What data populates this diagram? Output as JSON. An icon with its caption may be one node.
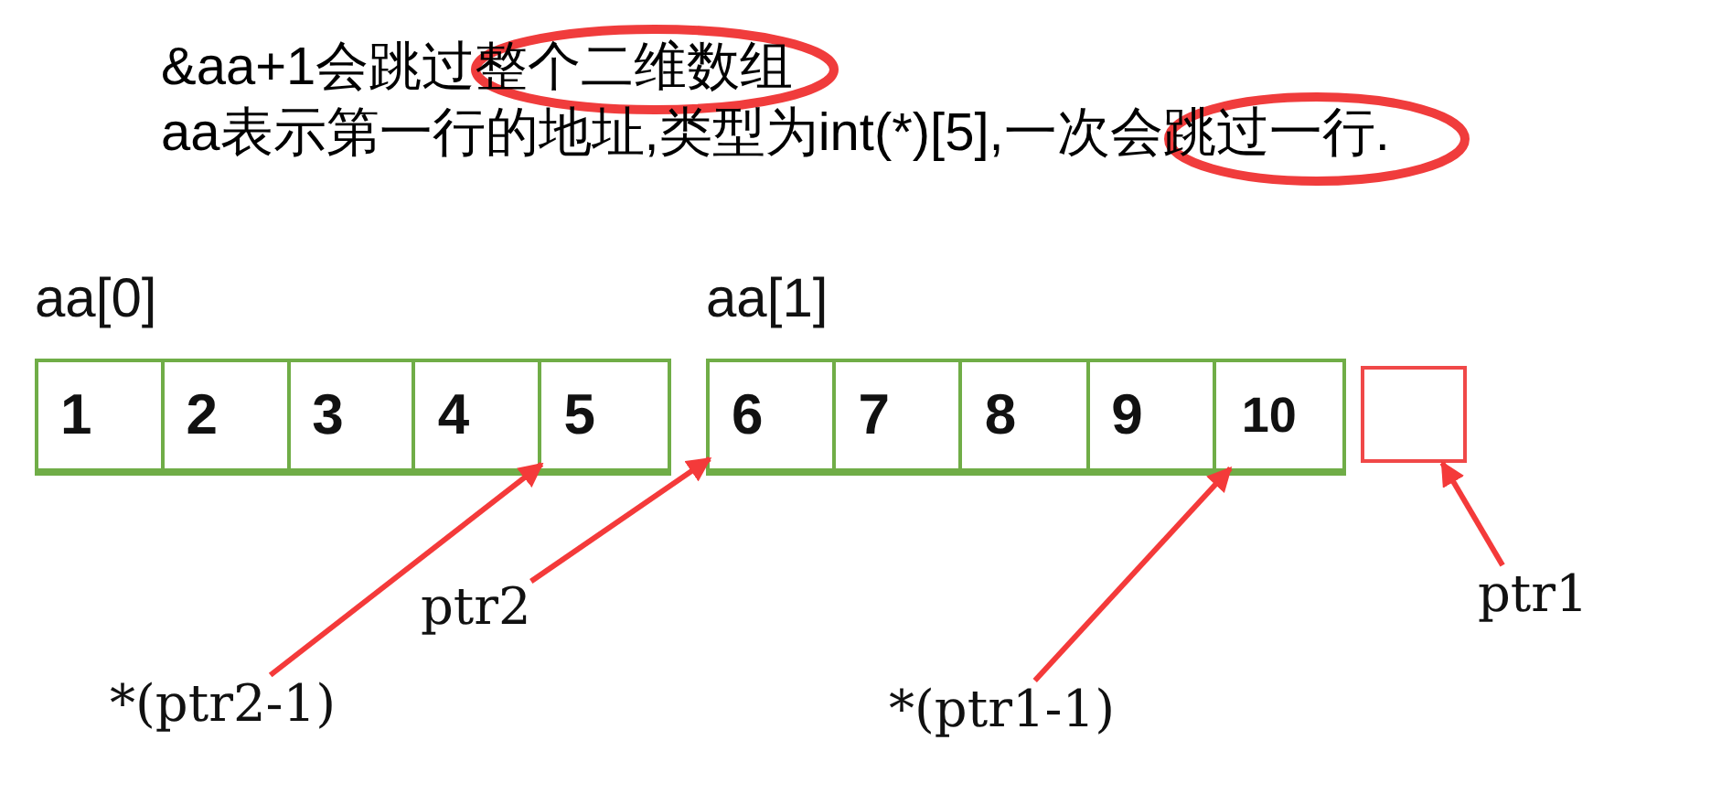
{
  "diagram": {
    "nodes": [
      {
        "text": [
          "aa[0]"
        ]
      },
      {
        "text": [
          "1"
        ],
        "in": 0
      },
      {
        "text": [
          "2"
        ],
        "in": 0
      },
      {
        "text": [
          "3"
        ],
        "in": 0
      },
      {
        "text": [
          "4"
        ],
        "in": 0
      },
      {
        "text": [
          "5"
        ],
        "in": 0
      },
      {
        "text": [
          "aa[1]"
        ]
      },
      {
        "text": [
          "6"
        ],
        "in": 6
      },
      {
        "text": [
          "7"
        ],
        "in": 6
      },
      {
        "text": [
          "8"
        ],
        "in": 6
      },
      {
        "text": [
          "9"
        ],
        "in": 6
      },
      {
        "text": [
          "10"
        ],
        "in": 6
      },
      {
        "text": [],
        "shape": "box"
      },
      {
        "text": [
          "ptr2"
        ]
      },
      {
        "text": [
          "*(ptr2-1)"
        ]
      },
      {
        "text": [
          "*(ptr1-1)"
        ]
      },
      {
        "text": [
          "ptr1"
        ]
      }
    ],
    "edges": [
      {
        "from": 13,
        "to": 7,
        "arrow": "to"
      },
      {
        "from": 14,
        "to": 5,
        "arrow": "to"
      },
      {
        "from": 15,
        "to": 11,
        "arrow": "to"
      },
      {
        "from": 16,
        "to": 12,
        "arrow": "to"
      }
    ],
    "labels": [
      "&aa+1会跳过整个二维数组",
      "aa表示第一行的地址,类型为int(*)[5],一次会跳过一行."
    ]
  }
}
